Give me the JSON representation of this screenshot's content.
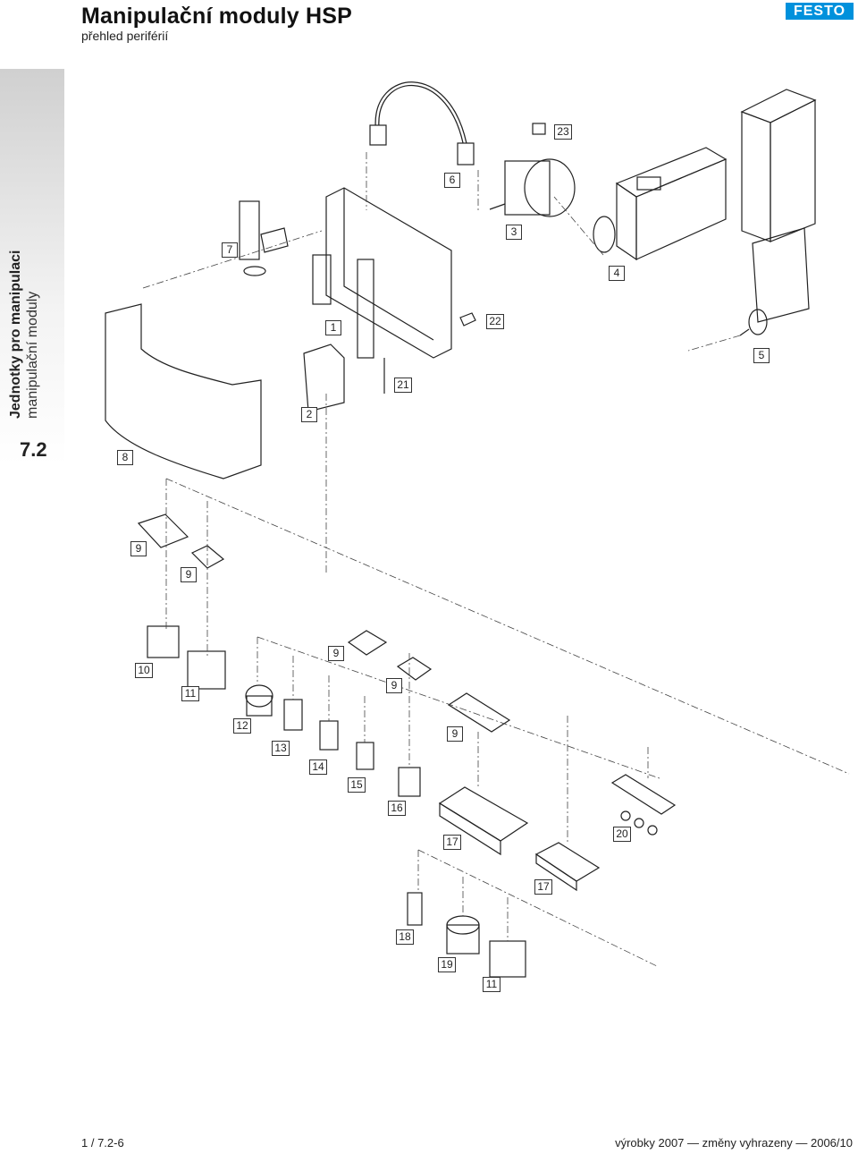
{
  "header": {
    "title": "Manipulační moduly HSP",
    "subtitle": "přehled periférií",
    "logo": "FESTO"
  },
  "side_tab": {
    "main": "Jednotky pro manipulaci",
    "sub": "manipulační moduly",
    "section": "7.2"
  },
  "callouts": [
    "23",
    "6",
    "3",
    "7",
    "4",
    "1",
    "22",
    "5",
    "21",
    "2",
    "8",
    "9",
    "9",
    "9",
    "10",
    "9",
    "11",
    "12",
    "13",
    "9",
    "14",
    "15",
    "16",
    "17",
    "20",
    "17",
    "18",
    "19",
    "11"
  ],
  "footer": {
    "page": "1 / 7.2-6",
    "note": "výrobky 2007 — změny vyhrazeny — 2006/10"
  },
  "colors": {
    "brand": "#0091dc",
    "line": "#222222"
  }
}
